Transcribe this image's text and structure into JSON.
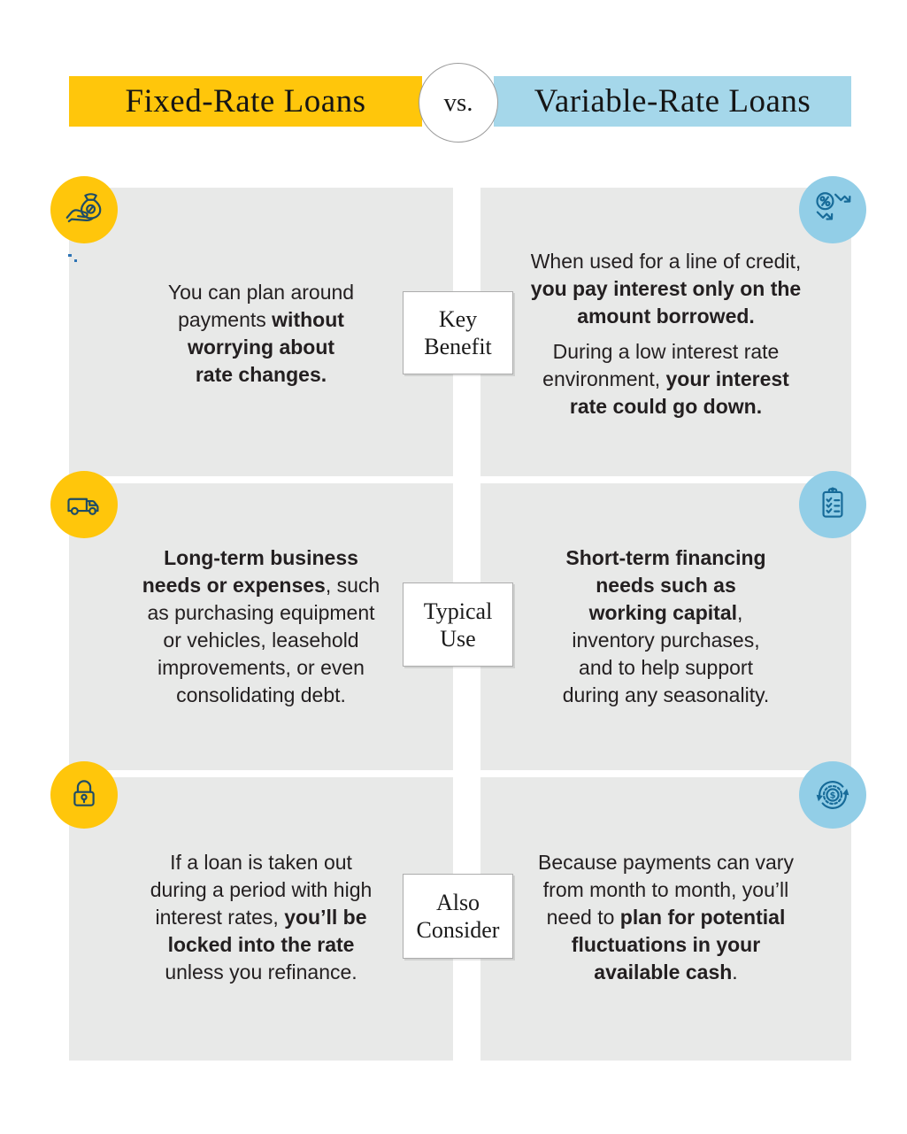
{
  "palette": {
    "yellow": "#ffc60b",
    "light_blue_bar": "#a5d7ea",
    "light_blue_circle": "#92cee7",
    "panel_gray": "#e8e9e8",
    "body_text": "#231f20",
    "yellow_icon_stroke": "#1e4c66",
    "blue_icon_stroke": "#176b99"
  },
  "header": {
    "left_title": "Fixed-Rate Loans",
    "vs_label": "vs.",
    "right_title": "Variable-Rate Loans"
  },
  "rows": [
    {
      "label_lines": [
        "Key",
        "Benefit"
      ],
      "left_icon": "money-bag-in-hand-icon",
      "right_icon": "percent-rate-decrease-icon",
      "left": [
        [
          "You can plan around",
          "payments **without**",
          "**worrying about**",
          "**rate changes.**"
        ]
      ],
      "right": [
        [
          "When used for a line of credit,",
          "**you pay interest only on the**",
          "**amount borrowed.**"
        ],
        [
          "During a low interest rate",
          "environment, **your interest**",
          "**rate could go down.**"
        ]
      ]
    },
    {
      "label_lines": [
        "Typical",
        "Use"
      ],
      "left_icon": "delivery-van-icon",
      "right_icon": "clipboard-checklist-icon",
      "left": [
        [
          "**Long-term business**",
          "**needs or expenses**, such",
          "as purchasing equipment",
          "or vehicles, leasehold",
          "improvements, or even",
          "consolidating debt."
        ]
      ],
      "right": [
        [
          "**Short-term financing**",
          "**needs such as**",
          "**working capital**,",
          "inventory purchases,",
          "and to help support",
          "during any seasonality."
        ]
      ]
    },
    {
      "label_lines": [
        "Also",
        "Consider"
      ],
      "left_icon": "padlock-icon",
      "right_icon": "dollar-cycle-icon",
      "left": [
        [
          "If a loan is taken out",
          "during a period with high",
          "interest rates, **you’ll be**",
          "**locked into the rate**",
          "unless you refinance."
        ]
      ],
      "right": [
        [
          "Because payments can vary",
          "from month to month, you’ll",
          "need to **plan for potential**",
          "**fluctuations in your**",
          "**available cash**."
        ]
      ]
    }
  ]
}
